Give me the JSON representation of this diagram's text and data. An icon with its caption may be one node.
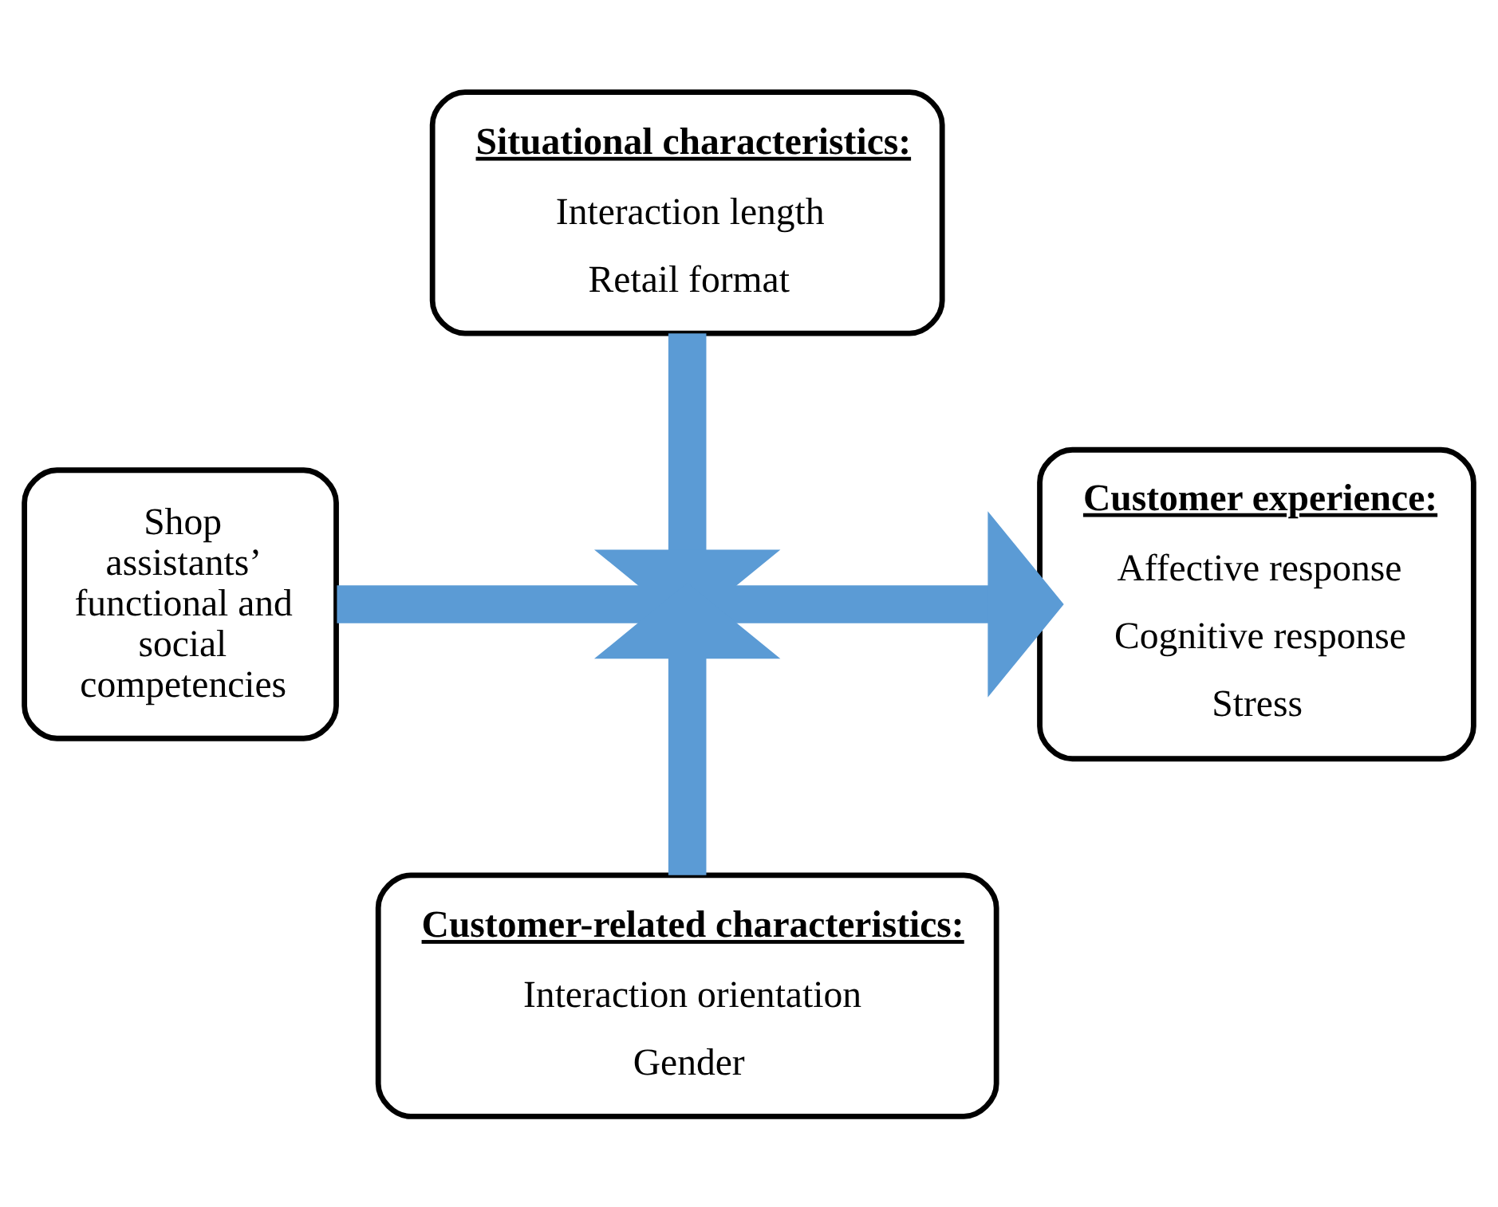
{
  "diagram": {
    "nodes": [
      {
        "text": [
          "Situational characteristics:",
          "Interaction length",
          "Retail format"
        ]
      },
      {
        "text": [
          "Shop assistants’ functional and social competencies"
        ]
      },
      {
        "text": [
          "Customer experience:",
          "Affective response",
          "Cognitive response",
          "Stress"
        ]
      },
      {
        "text": [
          "Customer-related characteristics:",
          "Interaction orientation",
          "Gender"
        ]
      }
    ],
    "edges": [
      {
        "from": 1,
        "to": 2,
        "arrow": "to"
      },
      {
        "from": 0,
        "to": null,
        "arrow": "to"
      },
      {
        "from": 3,
        "to": null,
        "arrow": "to"
      }
    ]
  }
}
